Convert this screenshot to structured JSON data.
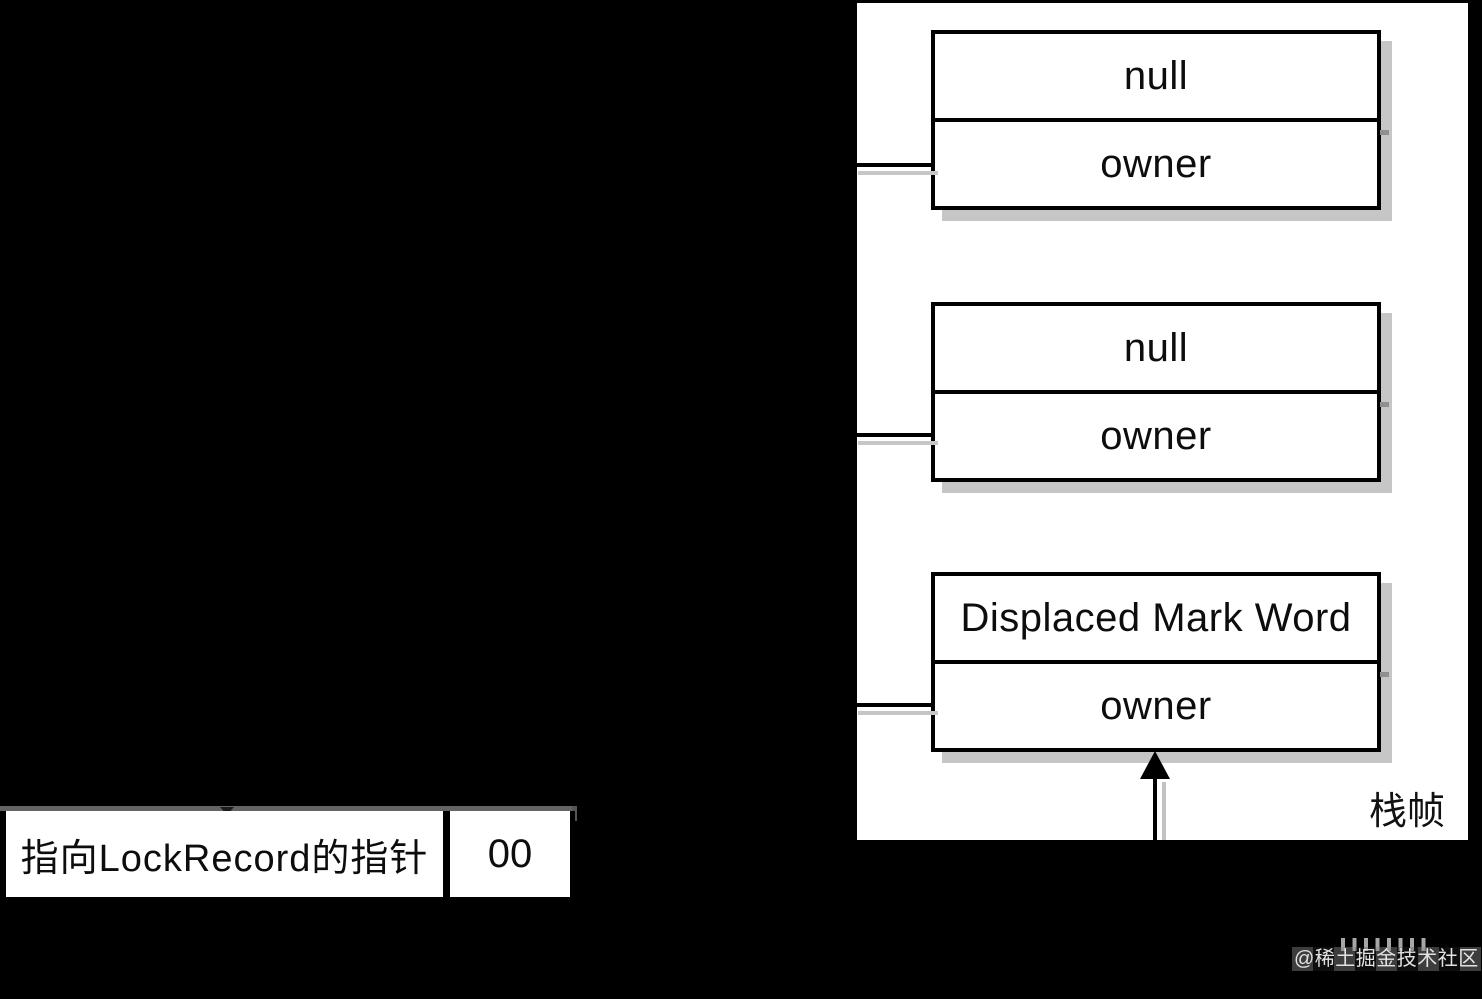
{
  "panel": {
    "frame_label": "栈帧"
  },
  "lock_records": [
    {
      "top_label": "null",
      "bottom_label": "owner"
    },
    {
      "top_label": "null",
      "bottom_label": "owner"
    },
    {
      "top_label": "Displaced Mark Word",
      "bottom_label": "owner"
    }
  ],
  "mark_word_box": {
    "pointer_text": "指向LockRecord的指针",
    "lock_bits": "00"
  },
  "watermark": {
    "text": "@稀土掘金技术社区"
  },
  "colors": {
    "background": "#000000",
    "panel": "#ffffff",
    "border": "#000000",
    "shadow": "#c6c6c6",
    "markword_top_line": "#646464",
    "watermark_text": "#e3e3e3"
  }
}
